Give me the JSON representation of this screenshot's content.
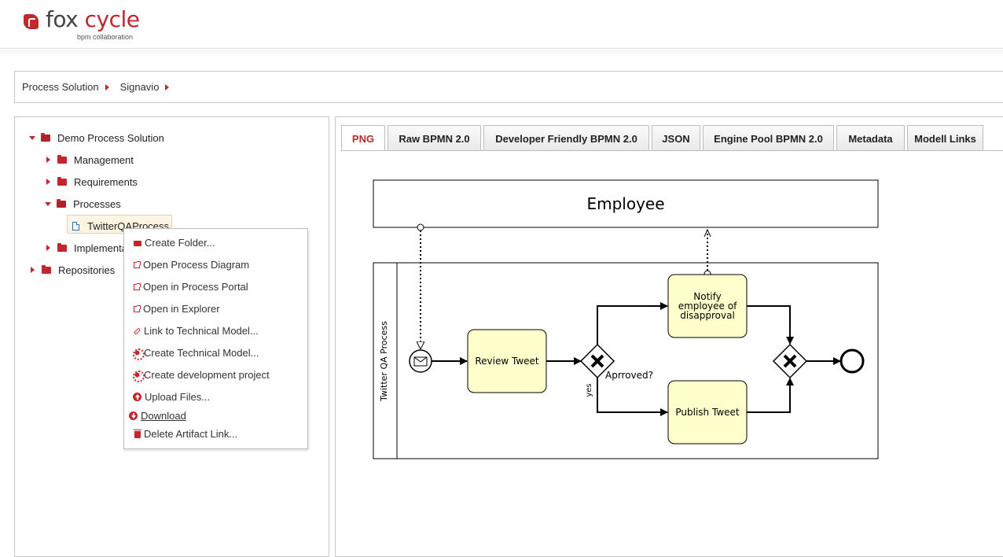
{
  "header": {
    "logo_word1": "fox",
    "logo_word2": "cycle",
    "logo_tagline": "bpm collaboration"
  },
  "breadcrumb": {
    "items": [
      "Process Solution",
      "Signavio"
    ]
  },
  "tree": {
    "root": "Demo Process Solution",
    "management": "Management",
    "requirements": "Requirements",
    "processes": "Processes",
    "selected_file": "TwitterQAProcess",
    "implementation": "Implementa",
    "repositories": "Repositories"
  },
  "context_menu": {
    "items": [
      {
        "label": "Create Folder...",
        "icon": "folder-icon"
      },
      {
        "label": "Open Process Diagram",
        "icon": "external-link-icon"
      },
      {
        "label": "Open in Process Portal",
        "icon": "external-link-icon"
      },
      {
        "label": "Open in Explorer",
        "icon": "external-link-icon"
      },
      {
        "label": "Link to Technical Model...",
        "icon": "link-icon"
      },
      {
        "label": "Create Technical Model...",
        "icon": "gear-icon"
      },
      {
        "label": "Create development project",
        "icon": "gear-icon"
      },
      {
        "label": "Upload Files...",
        "icon": "upload-icon"
      },
      {
        "label": "Download",
        "icon": "download-icon"
      },
      {
        "label": "Delete Artifact Link...",
        "icon": "trash-icon"
      }
    ]
  },
  "tabs": {
    "items": [
      "PNG",
      "Raw BPMN 2.0",
      "Developer Friendly BPMN 2.0",
      "JSON",
      "Engine Pool BPMN 2.0",
      "Metadata",
      "Modell Links"
    ],
    "active": "PNG"
  },
  "diagram": {
    "employee_pool": "Employee",
    "process_pool": "Twitter QA Process",
    "task_review": "Review Tweet",
    "task_notify_line1": "Notify",
    "task_notify_line2": "employee of",
    "task_notify_line3": "disapproval",
    "task_publish": "Publish Tweet",
    "gateway_label": "Aprroved?",
    "flow_yes": "yes"
  },
  "colors": {
    "brand": "#c1272d",
    "task_fill": "#ffffcc"
  }
}
